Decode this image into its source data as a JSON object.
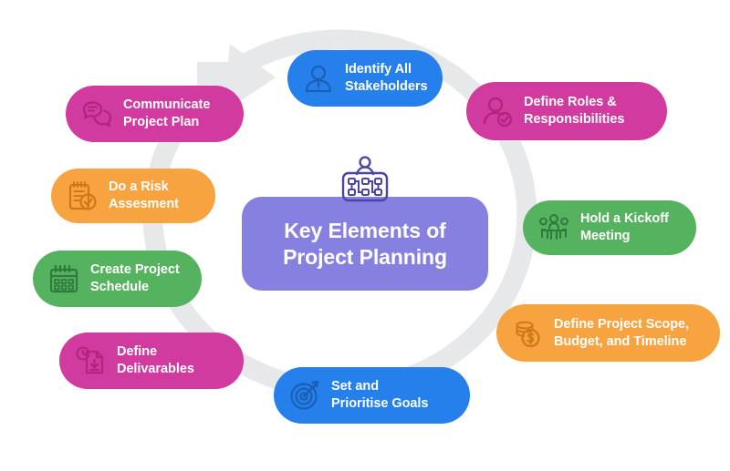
{
  "diagram": {
    "type": "cycle-infographic",
    "background_color": "#ffffff",
    "cycle_arrow": {
      "name": "clockwise-cycle-arrow",
      "color": "#e7e8ea",
      "direction": "clockwise",
      "arrowhead_position": "top-left"
    },
    "center": {
      "title": "Key Elements of\nProject Planning",
      "background_color": "#8681e0",
      "text_color": "#ffffff",
      "icon": "project-org-chart-icon",
      "icon_color": "#4a46a8"
    },
    "nodes": [
      {
        "id": "identify-stakeholders",
        "label": "Identify All\nStakeholders",
        "color": "#2680eb",
        "icon": "stakeholder-person-icon",
        "position": "top-center"
      },
      {
        "id": "define-roles",
        "label": "Define Roles &\nResponsibilities",
        "color": "#d13a9e",
        "icon": "person-check-icon",
        "position": "top-right"
      },
      {
        "id": "hold-kickoff",
        "label": "Hold a Kickoff\nMeeting",
        "color": "#55b35f",
        "icon": "meeting-group-icon",
        "position": "right"
      },
      {
        "id": "define-scope",
        "label": "Define Project Scope,\nBudget, and Timeline",
        "color": "#f7a440",
        "icon": "money-coins-icon",
        "position": "bottom-right"
      },
      {
        "id": "set-goals",
        "label": "Set and\nPrioritise Goals",
        "color": "#2680eb",
        "icon": "target-dart-icon",
        "position": "bottom-center"
      },
      {
        "id": "define-deliverables",
        "label": "Define\nDelivarables",
        "color": "#d13a9e",
        "icon": "document-download-clock-icon",
        "position": "bottom-left"
      },
      {
        "id": "create-schedule",
        "label": "Create Project\nSchedule",
        "color": "#55b35f",
        "icon": "calendar-icon",
        "position": "left"
      },
      {
        "id": "risk-assessment",
        "label": "Do a Risk\nAssesment",
        "color": "#f7a440",
        "icon": "clipboard-check-icon",
        "position": "upper-left"
      },
      {
        "id": "communicate-plan",
        "label": "Communicate\nProject Plan",
        "color": "#d13a9e",
        "icon": "chat-bubbles-icon",
        "position": "top-left"
      }
    ]
  }
}
